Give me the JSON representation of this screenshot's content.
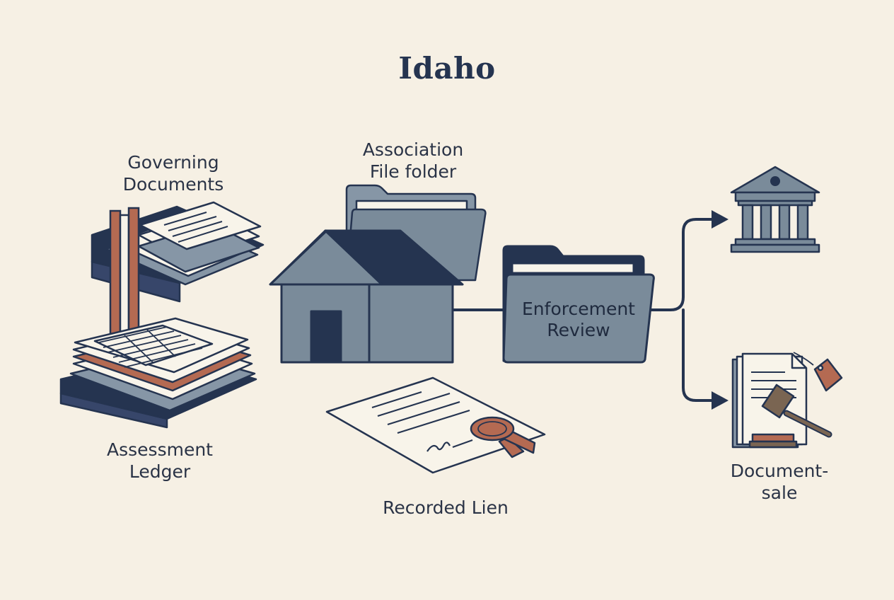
{
  "title": "Idaho",
  "labels": {
    "governing": [
      "Governing",
      "Documents"
    ],
    "association": [
      "Association",
      "File folder"
    ],
    "assessment": [
      "Assessment",
      "Ledger"
    ],
    "recorded_lien": "Recorded Lien",
    "enforcement": [
      "Enforcement",
      "Review"
    ],
    "document_sale": [
      "Document-",
      "sale"
    ]
  },
  "colors": {
    "background": "#f6f0e4",
    "navy": "#253450",
    "slate": "#7a8b9a",
    "rust": "#b46a52",
    "paper": "#f8f4ea"
  }
}
